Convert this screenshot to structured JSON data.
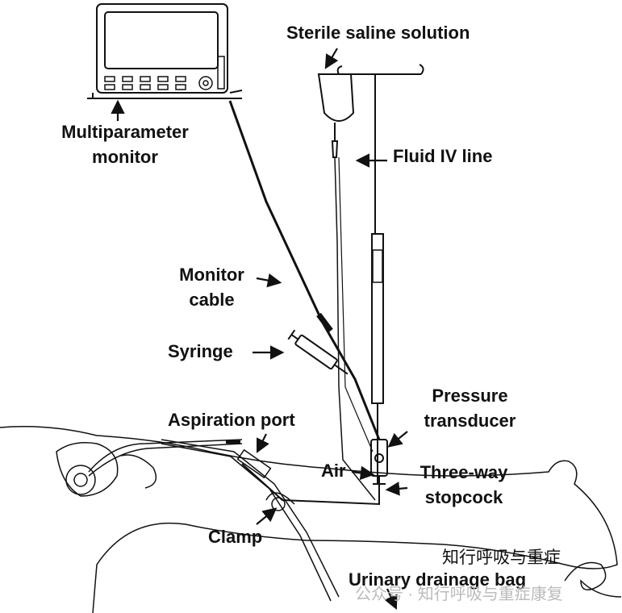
{
  "labels": {
    "saline": "Sterile saline solution",
    "monitor_line1": "Multiparameter",
    "monitor_line2": "monitor",
    "iv_line": "Fluid IV line",
    "cable_line1": "Monitor",
    "cable_line2": "cable",
    "syringe": "Syringe",
    "transducer_line1": "Pressure",
    "transducer_line2": "transducer",
    "aspiration": "Aspiration port",
    "air": "Air",
    "stopcock_line1": "Three-way",
    "stopcock_line2": "stopcock",
    "clamp": "Clamp",
    "drainage": "Urinary drainage bag"
  },
  "watermark": {
    "title": "知行呼吸与重症",
    "account": "公众号 · 知行呼吸与重症康复"
  }
}
